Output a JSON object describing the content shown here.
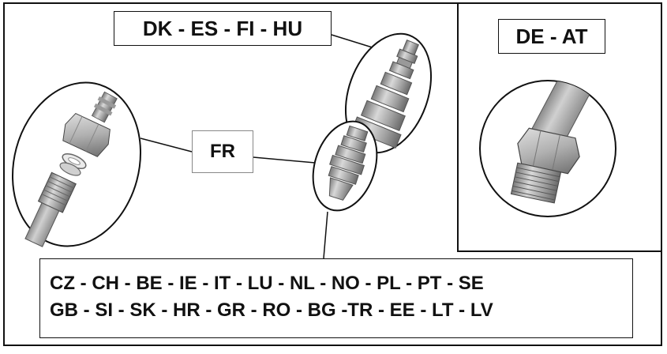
{
  "labels": {
    "dk_es_fi_hu": "DK - ES - FI - HU",
    "de_at": "DE - AT",
    "fr": "FR",
    "multi_line_1": "CZ - CH - BE - IE - IT - LU - NL - NO - PL - PT - SE",
    "multi_line_2": "GB - SI - SK - HR - GR - RO - BG -TR - EE - LT - LV"
  },
  "colors": {
    "border": "#111111",
    "metal_light": "#d2d2d2",
    "metal_mid": "#a8a8a8",
    "metal_dark": "#6e6e6e",
    "background": "#ffffff"
  }
}
